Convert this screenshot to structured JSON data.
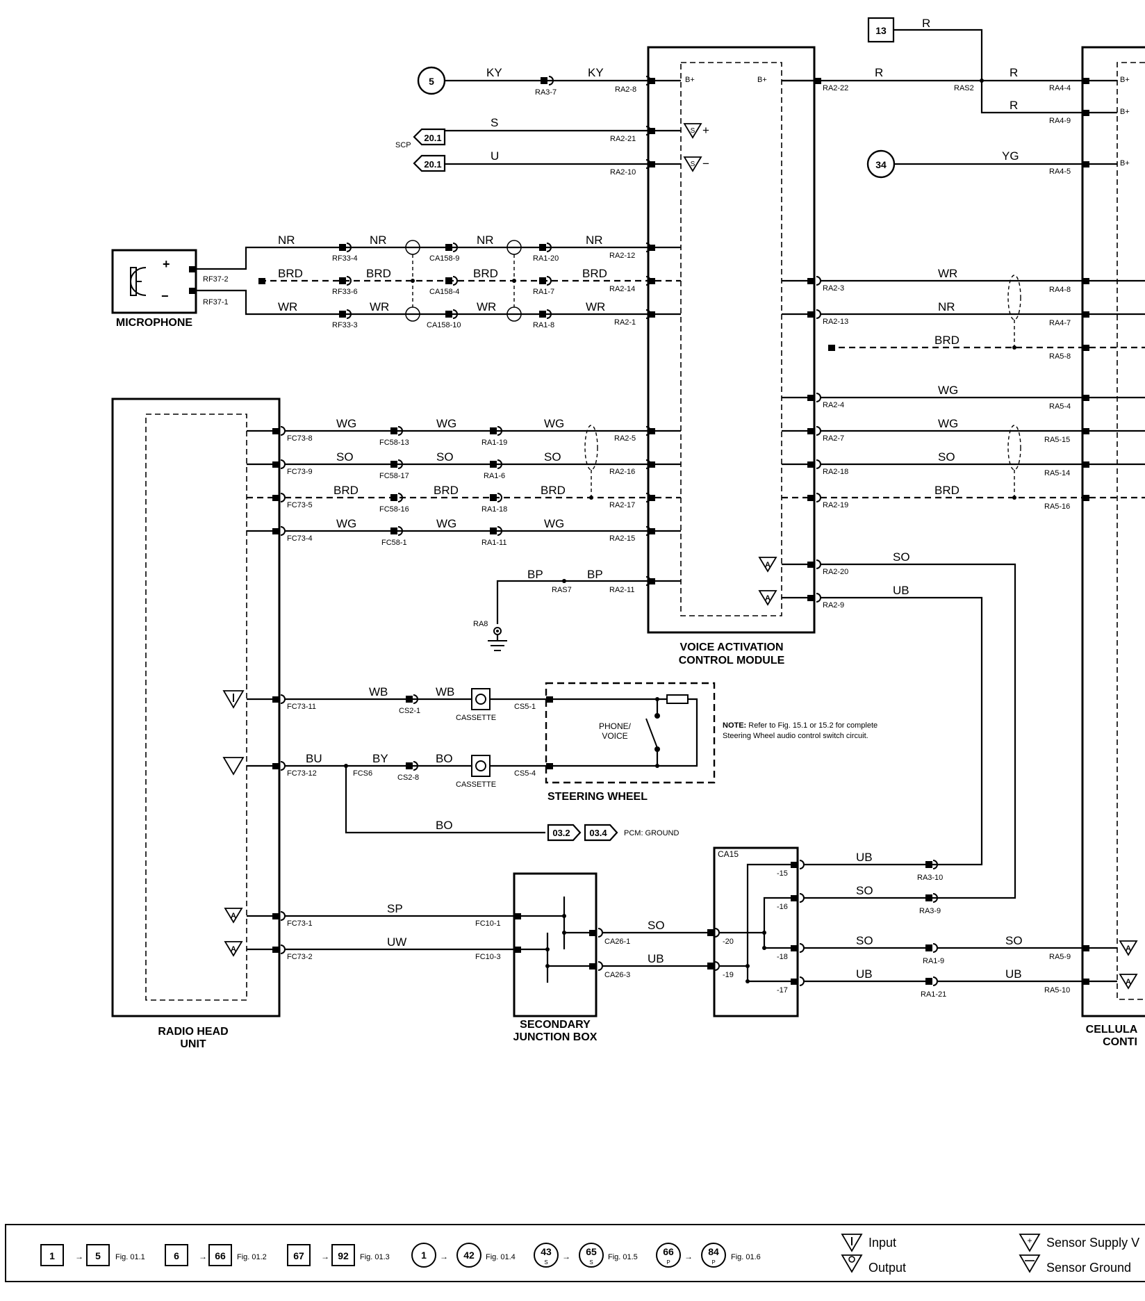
{
  "modules": {
    "voice": [
      "VOICE ACTIVATION",
      "CONTROL MODULE"
    ],
    "radio": [
      "RADIO HEAD",
      "UNIT"
    ],
    "cellular": [
      "CELLULA",
      "CONTI"
    ],
    "junction": [
      "SECONDARY",
      "JUNCTION BOX"
    ],
    "microphone": "MICROPHONE",
    "steering": "STEERING WHEEL",
    "ca15": "CA15",
    "phone_voice": [
      "PHONE/",
      "VOICE"
    ]
  },
  "references": {
    "c5": "5",
    "c34": "34",
    "sq13": "13",
    "scp1": "20.1",
    "scp2": "20.1",
    "scp_label": "SCP",
    "pcm1": "03.2",
    "pcm2": "03.4",
    "pcm_label": "PCM: GROUND"
  },
  "note": {
    "bold": "NOTE:",
    "line1": " Refer to Fig. 15.1 or 15.2 for complete",
    "line2": "Steering Wheel audio control switch circuit."
  },
  "wire_colors": {
    "ky1": "KY",
    "ky2": "KY",
    "s": "S",
    "u": "U",
    "nr1": "NR",
    "nr2": "NR",
    "nr3": "NR",
    "nr4": "NR",
    "brd1": "BRD",
    "brd2": "BRD",
    "brd3": "BRD",
    "brd4": "BRD",
    "wr1": "WR",
    "wr2": "WR",
    "wr3": "WR",
    "wr4": "WR",
    "wg1": "WG",
    "wg2": "WG",
    "wg3": "WG",
    "so1": "SO",
    "so2": "SO",
    "so3": "SO",
    "brd5": "BRD",
    "brd6": "BRD",
    "brd7": "BRD",
    "wg4": "WG",
    "wg5": "WG",
    "wg6": "WG",
    "bp1": "BP",
    "bp2": "BP",
    "r1": "R",
    "r2": "R",
    "r3": "R",
    "r4": "R",
    "yg": "YG",
    "wr5": "WR",
    "nr5": "NR",
    "brd8": "BRD",
    "wg7": "WG",
    "wg8": "WG",
    "so4": "SO",
    "brd9": "BRD",
    "so5": "SO",
    "ub1": "UB",
    "wb1": "WB",
    "wb2": "WB",
    "bu": "BU",
    "by": "BY",
    "bo1": "BO",
    "bo2": "BO",
    "sp": "SP",
    "uw": "UW",
    "so6": "SO",
    "ub2": "UB",
    "ub3": "UB",
    "so7": "SO",
    "so8": "SO",
    "so9": "SO",
    "ub4": "UB",
    "ub5": "UB"
  },
  "connectors": {
    "ra3_7": "RA3-7",
    "ra2_8": "RA2-8",
    "ra2_21": "RA2-21",
    "ra2_10": "RA2-10",
    "rf37_2": "RF37-2",
    "rf37_1": "RF37-1",
    "rf33_4": "RF33-4",
    "rf33_6": "RF33-6",
    "rf33_3": "RF33-3",
    "ca158_9": "CA158-9",
    "ca158_4": "CA158-4",
    "ca158_10": "CA158-10",
    "ra1_20": "RA1-20",
    "ra1_7": "RA1-7",
    "ra1_8": "RA1-8",
    "ra2_12": "RA2-12",
    "ra2_14": "RA2-14",
    "ra2_1": "RA2-1",
    "fc73_8": "FC73-8",
    "fc73_9": "FC73-9",
    "fc73_5": "FC73-5",
    "fc73_4": "FC73-4",
    "fc58_13": "FC58-13",
    "fc58_17": "FC58-17",
    "fc58_16": "FC58-16",
    "fc58_1": "FC58-1",
    "ra1_19": "RA1-19",
    "ra1_6": "RA1-6",
    "ra1_18": "RA1-18",
    "ra1_11": "RA1-11",
    "ra2_5": "RA2-5",
    "ra2_16": "RA2-16",
    "ra2_17": "RA2-17",
    "ra2_15": "RA2-15",
    "ras7": "RAS7",
    "ra2_11": "RA2-11",
    "ra8": "RA8",
    "ra2_22": "RA2-22",
    "ras2": "RAS2",
    "ra4_4": "RA4-4",
    "ra4_9": "RA4-9",
    "ra4_5": "RA4-5",
    "ra2_3": "RA2-3",
    "ra2_13": "RA2-13",
    "ra4_8": "RA4-8",
    "ra4_7": "RA4-7",
    "ra5_8": "RA5-8",
    "ra2_4": "RA2-4",
    "ra2_7": "RA2-7",
    "ra2_18": "RA2-18",
    "ra2_19": "RA2-19",
    "ra5_4": "RA5-4",
    "ra5_15": "RA5-15",
    "ra5_14": "RA5-14",
    "ra5_16": "RA5-16",
    "ra2_20": "RA2-20",
    "ra2_9": "RA2-9",
    "fc73_11": "FC73-11",
    "cs2_1": "CS2-1",
    "cs5_1": "CS5-1",
    "fc73_12": "FC73-12",
    "fcs6": "FCS6",
    "cs2_8": "CS2-8",
    "cs5_4": "CS5-4",
    "cassette1": "CASSETTE",
    "cassette2": "CASSETTE",
    "fc73_1": "FC73-1",
    "fc73_2": "FC73-2",
    "fc10_1": "FC10-1",
    "fc10_3": "FC10-3",
    "ca26_1": "CA26-1",
    "ca26_3": "CA26-3",
    "p20": "-20",
    "p19": "-19",
    "p15": "-15",
    "p16": "-16",
    "p18": "-18",
    "p17": "-17",
    "ra3_10": "RA3-10",
    "ra3_9": "RA3-9",
    "ra1_9": "RA1-9",
    "ra1_21": "RA1-21",
    "ra5_9": "RA5-9",
    "ra5_10": "RA5-10"
  },
  "pin_labels": {
    "bplus1": "B+",
    "bplus2": "B+",
    "bplus3": "B+",
    "bplus4": "B+",
    "bplus5": "B+",
    "plus": "+",
    "minus": "−"
  },
  "legend": {
    "n1": "1",
    "n5": "5",
    "f011": "Fig. 01.1",
    "n6": "6",
    "n66": "66",
    "f012": "Fig. 01.2",
    "n67": "67",
    "n92": "92",
    "f013": "Fig. 01.3",
    "c1": "1",
    "c42": "42",
    "f014": "Fig. 01.4",
    "c43": "43",
    "c65": "65",
    "s1": "S",
    "s2": "S",
    "f015": "Fig. 01.5",
    "c66": "66",
    "c84": "84",
    "p1": "P",
    "p2": "P",
    "f016": "Fig. 01.6",
    "input": "Input",
    "output": "Output",
    "supply": "Sensor Supply V",
    "ground": "Sensor Ground"
  }
}
